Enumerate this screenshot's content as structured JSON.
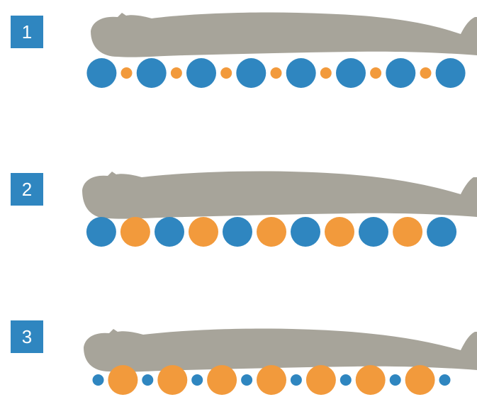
{
  "colors": {
    "badge": "#2f86c0",
    "body_silhouette": "#a7a49a",
    "blue_cell": "#2f86c0",
    "orange_cell": "#f29a3c"
  },
  "panels": [
    {
      "label": "1",
      "icon": "lying-person-silhouette",
      "cells": [
        "blue-large",
        "orange-small",
        "blue-large",
        "orange-small",
        "blue-large",
        "orange-small",
        "blue-large",
        "orange-small",
        "blue-large",
        "orange-small",
        "blue-large",
        "orange-small",
        "blue-large",
        "orange-small",
        "blue-large"
      ]
    },
    {
      "label": "2",
      "icon": "lying-person-silhouette",
      "cells": [
        "blue-large",
        "orange-large",
        "blue-large",
        "orange-large",
        "blue-large",
        "orange-large",
        "blue-large",
        "orange-large",
        "blue-large",
        "orange-large",
        "blue-large"
      ]
    },
    {
      "label": "3",
      "icon": "lying-person-silhouette",
      "cells": [
        "blue-small",
        "orange-large",
        "blue-small",
        "orange-large",
        "blue-small",
        "orange-large",
        "blue-small",
        "orange-large",
        "blue-small",
        "orange-large",
        "blue-small",
        "orange-large",
        "blue-small",
        "orange-large",
        "blue-small"
      ]
    }
  ]
}
